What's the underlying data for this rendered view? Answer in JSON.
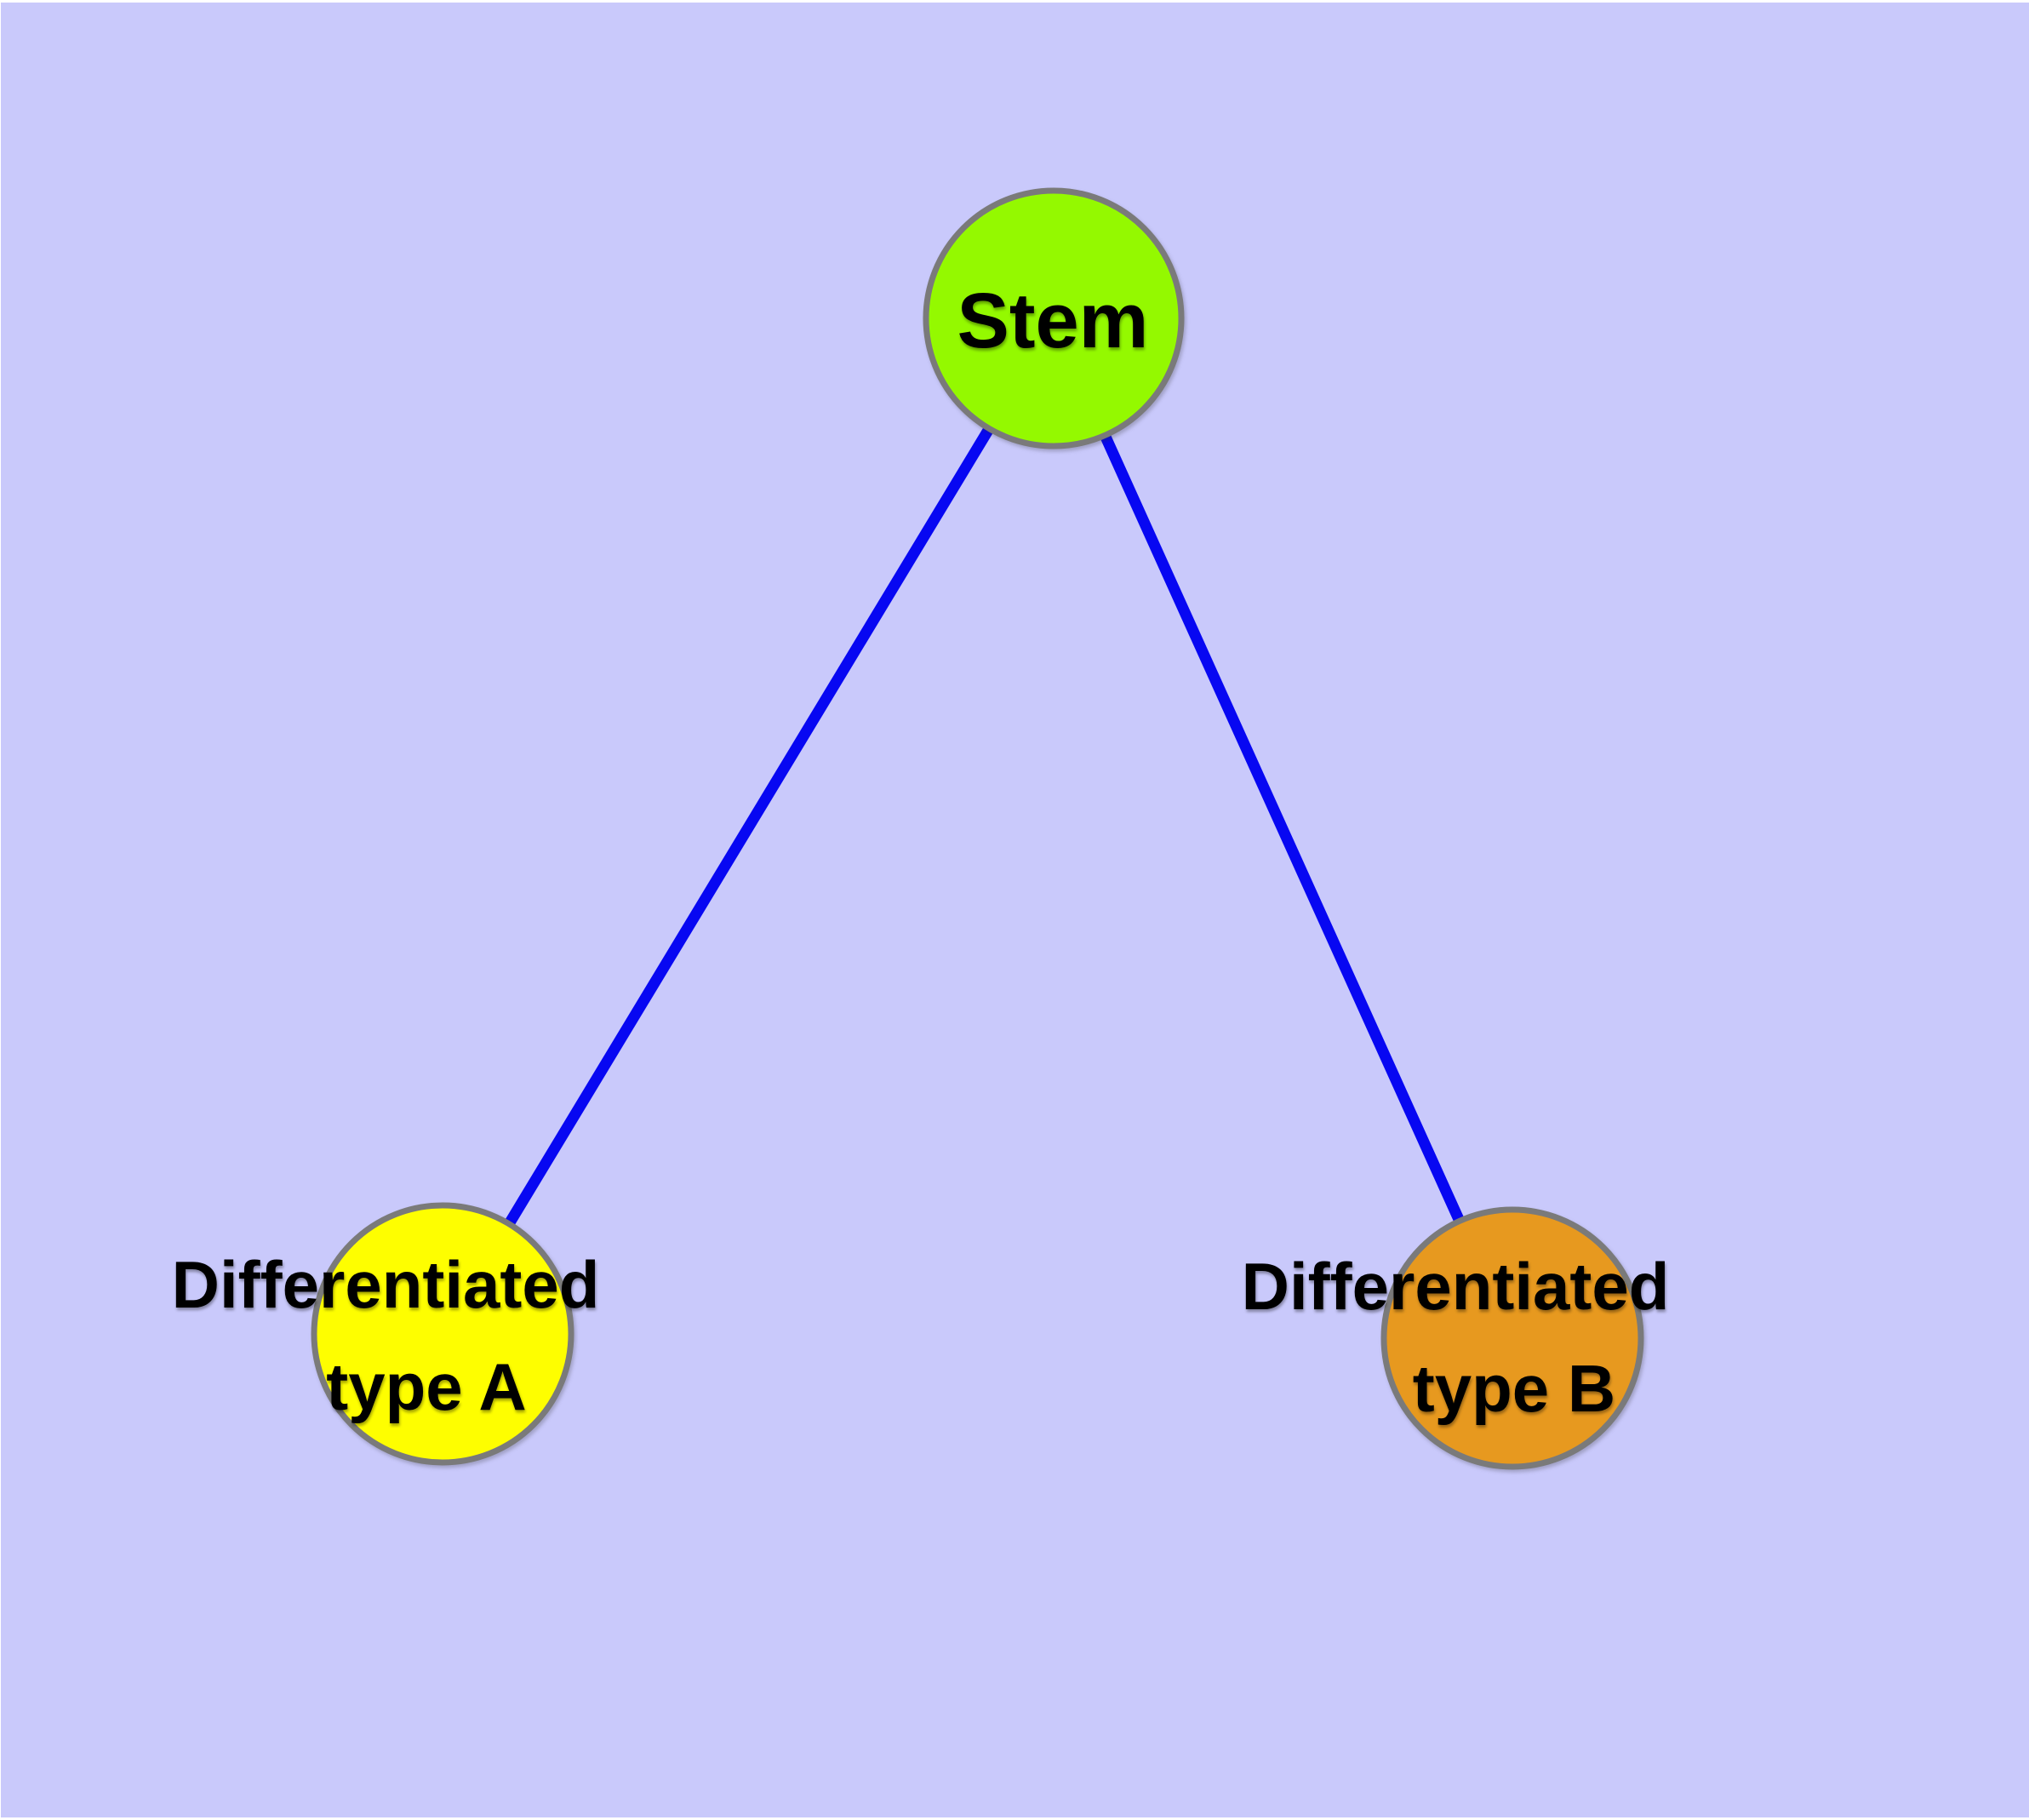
{
  "canvas": {
    "frame_background": "#FFFFFF",
    "background": "#C9C9FB",
    "label_color": "#000000"
  },
  "edges": {
    "color": "#0707F2",
    "connections": [
      {
        "from": "stem",
        "to": "differentiated-type-a"
      },
      {
        "from": "stem",
        "to": "differentiated-type-b"
      }
    ]
  },
  "nodes": [
    {
      "id": "stem",
      "label": "Stem",
      "fill": "#94F900",
      "border": "#7A7A7A"
    },
    {
      "id": "differentiated-type-a",
      "lines": [
        "Differentiated",
        "type A"
      ],
      "fill": "#FEFE00",
      "border": "#7A7A7A"
    },
    {
      "id": "differentiated-type-b",
      "lines": [
        "Differentiated",
        "type B"
      ],
      "fill": "#E7991F",
      "border": "#7A7A7A"
    }
  ]
}
